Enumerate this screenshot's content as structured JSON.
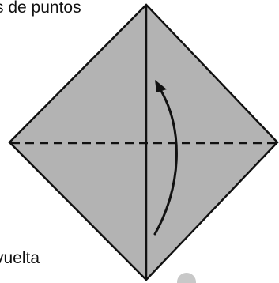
{
  "colors": {
    "paper": "#b3b3b3",
    "stroke": "#111111",
    "background": "#ffffff",
    "badge": "#c8c8c8"
  },
  "captions": {
    "top_partial": "s de puntos",
    "bottom_partial": "vuelta"
  },
  "lines": {
    "vertical_fold": "solid",
    "horizontal_fold": "dashed"
  },
  "arrow": {
    "direction": "up"
  }
}
